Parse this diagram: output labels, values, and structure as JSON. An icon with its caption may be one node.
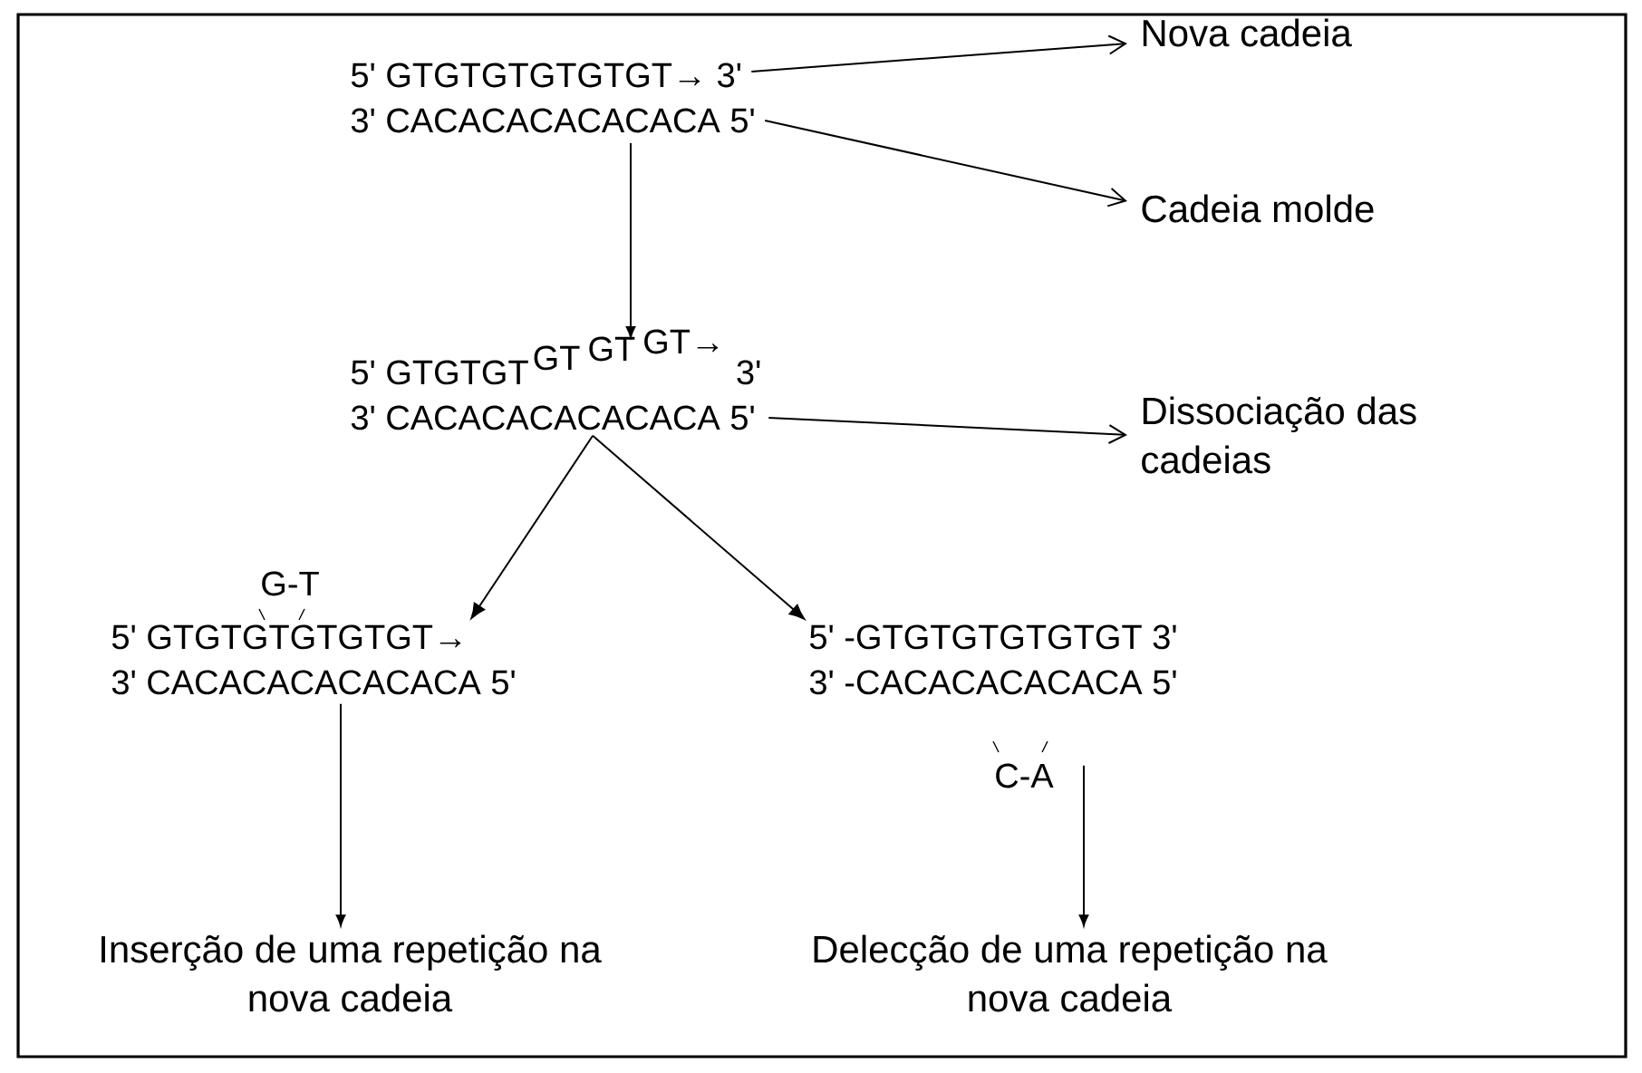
{
  "diagram": {
    "nodes": [
      {
        "text": [
          "5' GTGTGTGTGTGT→ 3'"
        ]
      },
      {
        "text": [
          "3' CACACACACACACA 5'"
        ]
      },
      {
        "text": [
          "Nova cadeia"
        ]
      },
      {
        "text": [
          "Cadeia molde"
        ]
      },
      {
        "text": [
          "5' GTGTGT",
          "GT",
          "GT",
          "GT→",
          "3'"
        ]
      },
      {
        "text": [
          "3' CACACACACACACA 5'"
        ]
      },
      {
        "text": [
          "Dissociação das cadeias"
        ]
      },
      {
        "text": [
          "5' GTGTGTGTGTGT→"
        ]
      },
      {
        "text": [
          "3' CACACACACACACA 5'"
        ]
      },
      {
        "text": [
          "5' -GTGTGTGTGTGT 3'"
        ]
      },
      {
        "text": [
          "3' -CACACACACACA 5'"
        ]
      },
      {
        "text": [
          "Inserção de uma repetição na nova cadeia"
        ]
      },
      {
        "text": [
          "Delecção de uma repetição na nova cadeia"
        ]
      }
    ],
    "edges": [
      {
        "from": 0,
        "to": 2,
        "arrow": "to"
      },
      {
        "from": 1,
        "to": 3,
        "arrow": "to"
      },
      {
        "from": 1,
        "to": 4,
        "arrow": "to"
      },
      {
        "from": 5,
        "to": 6,
        "arrow": "to"
      },
      {
        "from": 5,
        "to": 7,
        "arrow": "to"
      },
      {
        "from": 5,
        "to": 9,
        "arrow": "to"
      },
      {
        "from": 8,
        "to": 11,
        "arrow": "to"
      },
      {
        "from": 10,
        "to": 12,
        "arrow": "to"
      }
    ],
    "labels": [
      "G-T",
      "C-A"
    ]
  }
}
